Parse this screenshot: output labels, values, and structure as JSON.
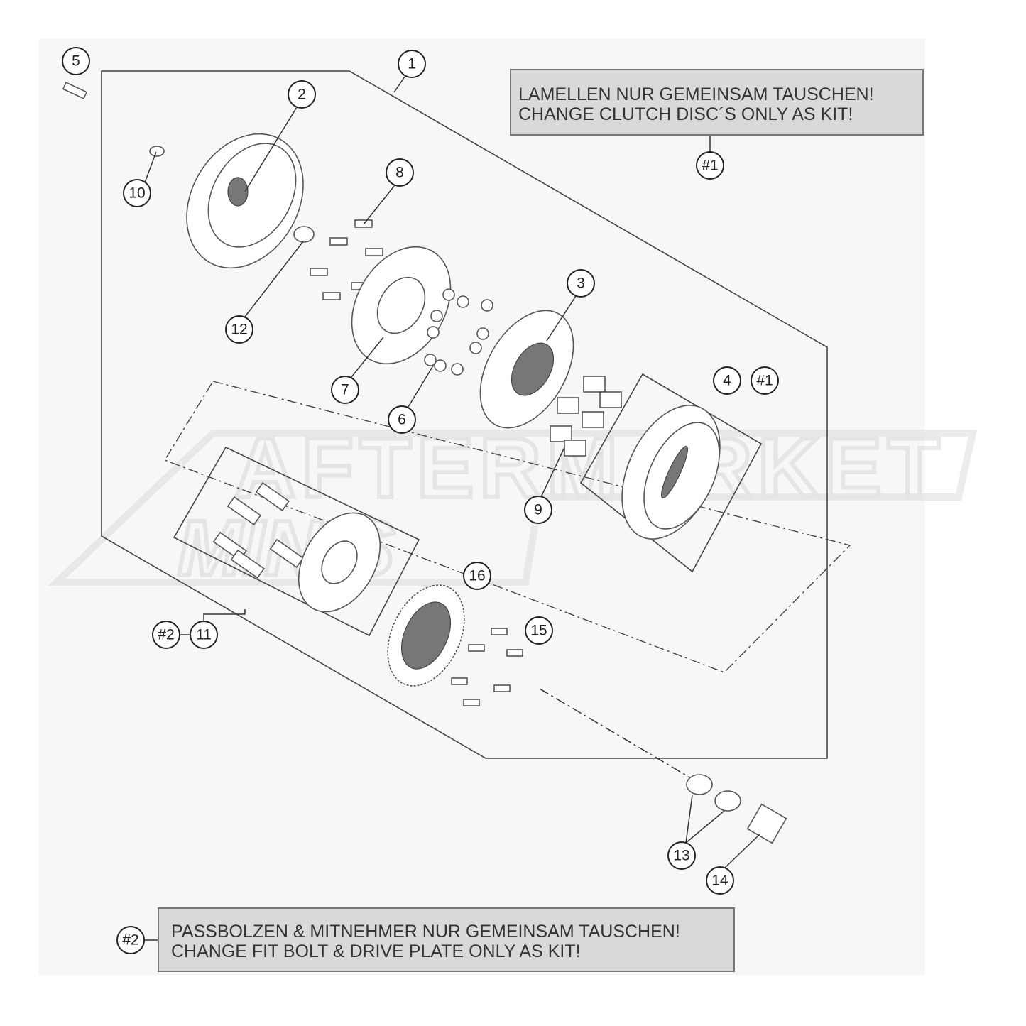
{
  "diagram": {
    "notes": {
      "kit1": {
        "ref": "#1",
        "line1": "LAMELLEN NUR GEMEINSAM TAUSCHEN!",
        "line2": "CHANGE CLUTCH DISC´S ONLY AS KIT!"
      },
      "kit2": {
        "ref": "#2",
        "line1": "PASSBOLZEN & MITNEHMER NUR GEMEINSAM TAUSCHEN!",
        "line2": "CHANGE FIT BOLT & DRIVE PLATE ONLY AS KIT!"
      }
    },
    "callouts": [
      "1",
      "2",
      "3",
      "4",
      "#1",
      "5",
      "6",
      "7",
      "8",
      "9",
      "10",
      "11",
      "#2",
      "12",
      "13",
      "14",
      "15",
      "16",
      "#1",
      "#2"
    ],
    "watermark": "AFTERMARKET MINIS"
  }
}
